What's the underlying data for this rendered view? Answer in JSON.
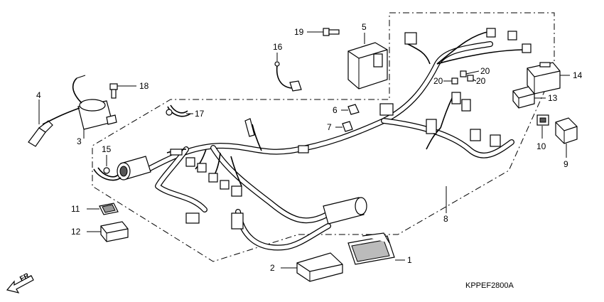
{
  "diagram": {
    "code": "KPPEF2800A",
    "direction_label": "FR.",
    "callouts": [
      {
        "id": "c1",
        "text": "1"
      },
      {
        "id": "c2",
        "text": "2"
      },
      {
        "id": "c3",
        "text": "3"
      },
      {
        "id": "c4",
        "text": "4"
      },
      {
        "id": "c5",
        "text": "5"
      },
      {
        "id": "c6",
        "text": "6"
      },
      {
        "id": "c7",
        "text": "7"
      },
      {
        "id": "c8",
        "text": "8"
      },
      {
        "id": "c9",
        "text": "9"
      },
      {
        "id": "c10",
        "text": "10"
      },
      {
        "id": "c11",
        "text": "11"
      },
      {
        "id": "c12",
        "text": "12"
      },
      {
        "id": "c13",
        "text": "13"
      },
      {
        "id": "c14",
        "text": "14"
      },
      {
        "id": "c15",
        "text": "15"
      },
      {
        "id": "c16",
        "text": "16"
      },
      {
        "id": "c17",
        "text": "17"
      },
      {
        "id": "c18",
        "text": "18"
      },
      {
        "id": "c19",
        "text": "19"
      },
      {
        "id": "c20a",
        "text": "20"
      },
      {
        "id": "c20b",
        "text": "20"
      },
      {
        "id": "c20c",
        "text": "20"
      }
    ]
  }
}
